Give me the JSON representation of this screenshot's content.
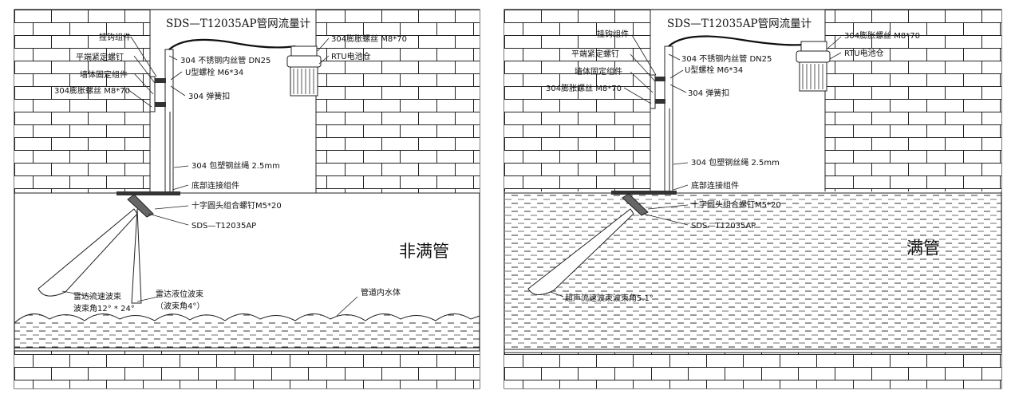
{
  "left": {
    "title": "SDS—T12035AP管网流量计",
    "state": "非满管",
    "labels": {
      "hook": "挂钩组件",
      "flat_screw": "平端紧定螺钉",
      "wall_fix": "墙体固定组件",
      "expansion_bolt": "304膨胀螺丝 M8*70",
      "pipe": "304 不锈钢内丝管 DN25",
      "u_bolt": "U型螺栓 M6*34",
      "spring": "304 弹簧扣",
      "wire": "304 包塑钢丝绳 2.5mm",
      "bottom": "底部连接组件",
      "cross_screw": "十字圆头组合螺钉M5*20",
      "sensor": "SDS—T12035AP",
      "rtu_bolt": "304膨胀螺丝 M8*70",
      "rtu": "RTU电池仓",
      "radar_speed_1": "雷达流速波束",
      "radar_speed_2": "波束角12° * 24°",
      "radar_level_1": "雷达液位波束",
      "radar_level_2": "（波束角4°）",
      "water": "管道内水体"
    }
  },
  "right": {
    "title": "SDS—T12035AP管网流量计",
    "state": "满管",
    "labels": {
      "hook": "挂钩组件",
      "flat_screw": "平端紧定螺钉",
      "wall_fix": "墙体固定组件",
      "expansion_bolt": "304膨胀螺丝 M8*70",
      "pipe": "304 不锈钢内丝管 DN25",
      "u_bolt": "U型螺栓 M6*34",
      "spring": "304 弹簧扣",
      "wire": "304 包塑钢丝绳 2.5mm",
      "bottom": "底部连接组件",
      "cross_screw": "十字圆头组合螺钉M5*20",
      "sensor": "SDS—T12035AP",
      "rtu_bolt": "304膨胀螺丝 M8*70",
      "rtu": "RTU电池仓",
      "ultrasonic": "超声流速波束波束角5.1°"
    }
  }
}
